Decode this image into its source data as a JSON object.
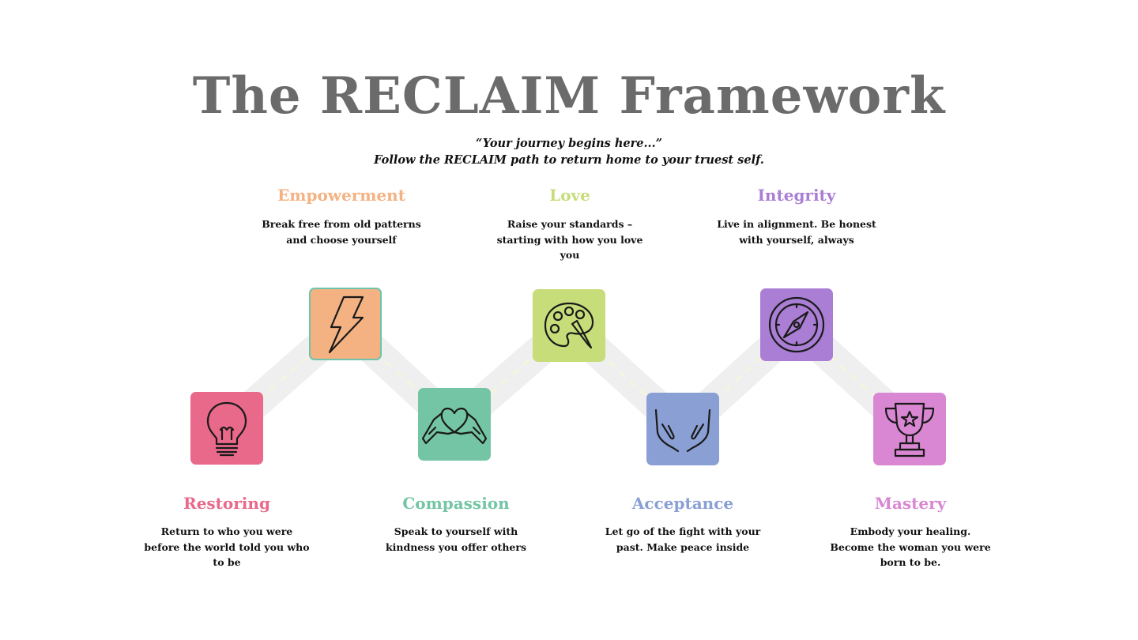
{
  "header": {
    "title": "The RECLAIM Framework",
    "subtitle_line1": "“Your journey begins here...”",
    "subtitle_line2": "Follow the RECLAIM path to return home to your truest self."
  },
  "steps": [
    {
      "label": "Restoring",
      "description": "Return to who you were before the world told you who to be",
      "color": "#e8698a",
      "icon": "lightbulb-icon"
    },
    {
      "label": "Empowerment",
      "description": "Break free from old patterns and choose yourself",
      "color": "#f4b283",
      "icon": "lightning-icon"
    },
    {
      "label": "Compassion",
      "description": "Speak to yourself with kindness you offer others",
      "color": "#74c5a5",
      "icon": "heart-hands-icon"
    },
    {
      "label": "Love",
      "description": "Raise your standards – starting with how you love you",
      "color": "#c7dd7a",
      "icon": "palette-icon"
    },
    {
      "label": "Acceptance",
      "description": "Let go of the fight with your past.  Make peace inside",
      "color": "#8a9fd4",
      "icon": "open-hands-icon"
    },
    {
      "label": "Integrity",
      "description": "Live in alignment.  Be honest with yourself, always",
      "color": "#a97ed4",
      "icon": "compass-icon"
    },
    {
      "label": "Mastery",
      "description": "Embody your healing.  Become the woman you were born to be.",
      "color": "#d987d3",
      "icon": "trophy-icon"
    }
  ],
  "colors": {
    "title": "#6b6b6b",
    "path": "#efefef",
    "path_dash": "#f3f3d8",
    "icon_stroke": "#1a1a1a"
  }
}
